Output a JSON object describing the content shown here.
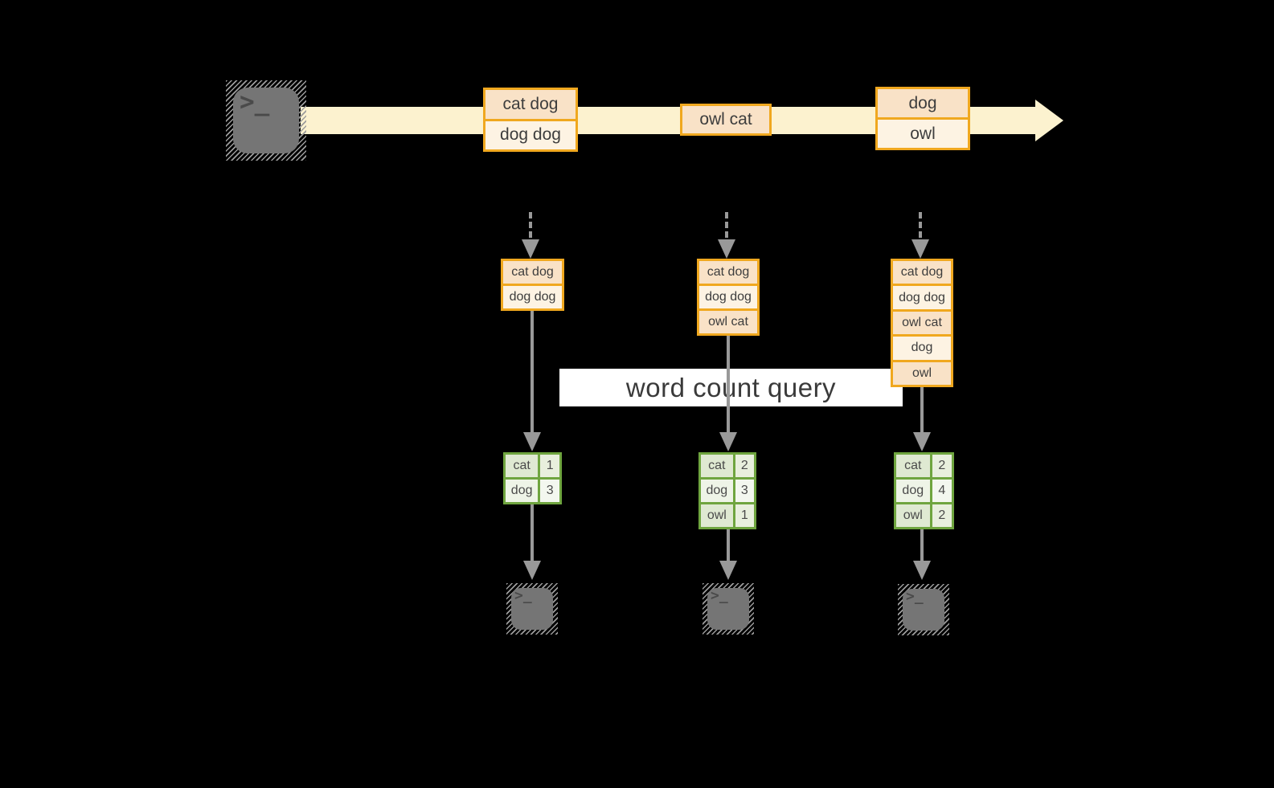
{
  "colors": {
    "orange": "#F0A81F",
    "peach_dark": "#F9E2C7",
    "peach_light": "#FDF3E3",
    "stream_band": "#FCF2CF",
    "green": "#6FA53F",
    "green_dark": "#DFE9D2",
    "green_dark_num": "#E8EFDD",
    "green_light": "#EEF4E7",
    "green_light_num": "#F3F7EF",
    "arrow_gray": "#999999",
    "text_dark": "#3D3D3D",
    "banner_text": "#3A3A3A"
  },
  "icons": {
    "terminal_glyph": ">_"
  },
  "stream": {
    "batches": [
      {
        "items": [
          "cat dog",
          "dog dog"
        ]
      },
      {
        "items": [
          "owl cat"
        ]
      },
      {
        "items": [
          "dog",
          "owl"
        ]
      }
    ]
  },
  "windows": [
    {
      "items": [
        "cat dog",
        "dog dog"
      ]
    },
    {
      "items": [
        "cat dog",
        "dog dog",
        "owl cat"
      ]
    },
    {
      "items": [
        "cat dog",
        "dog dog",
        "owl cat",
        "dog",
        "owl"
      ]
    }
  ],
  "query": {
    "label": "word count query"
  },
  "results": [
    {
      "rows": [
        {
          "word": "cat",
          "count": "1"
        },
        {
          "word": "dog",
          "count": "3"
        }
      ]
    },
    {
      "rows": [
        {
          "word": "cat",
          "count": "2"
        },
        {
          "word": "dog",
          "count": "3"
        },
        {
          "word": "owl",
          "count": "1"
        }
      ]
    },
    {
      "rows": [
        {
          "word": "cat",
          "count": "2"
        },
        {
          "word": "dog",
          "count": "4"
        },
        {
          "word": "owl",
          "count": "2"
        }
      ]
    }
  ]
}
